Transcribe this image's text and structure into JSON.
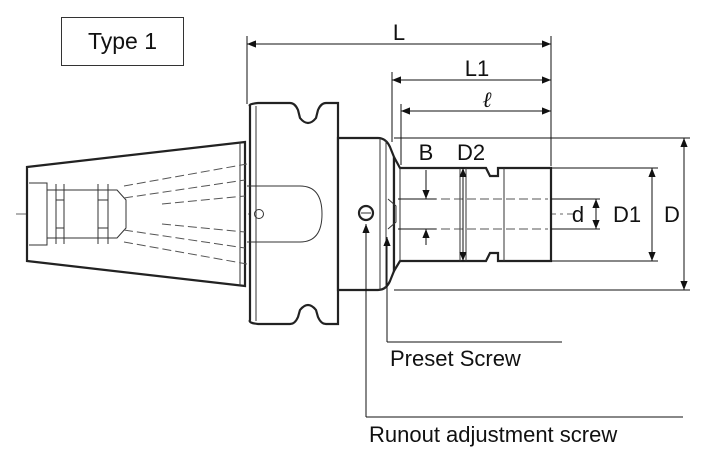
{
  "type_label": "Type 1",
  "dimensions": {
    "L": "L",
    "L1": "L1",
    "l": "ℓ",
    "B": "B",
    "D2": "D2",
    "d": "d",
    "D1": "D1",
    "D": "D"
  },
  "callouts": {
    "preset_screw": "Preset Screw",
    "runout_screw": "Runout adjustment screw"
  }
}
